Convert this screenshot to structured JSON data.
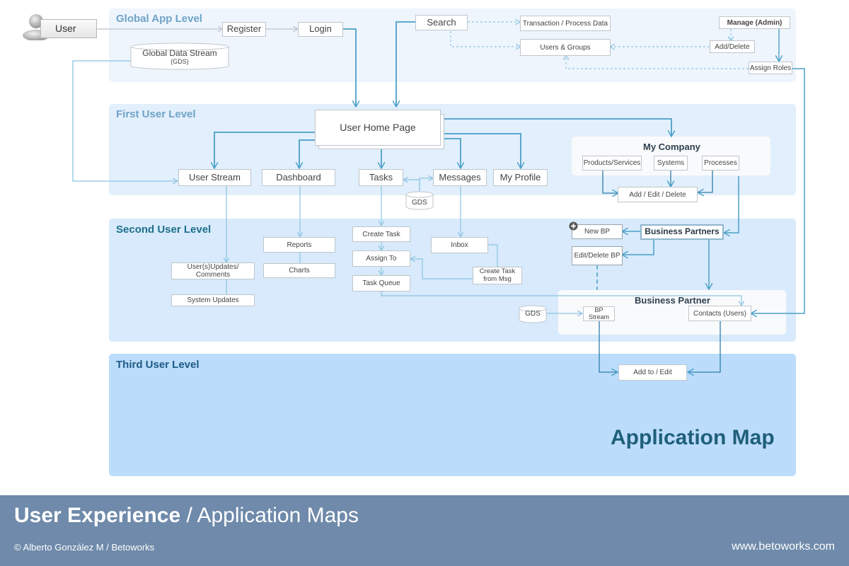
{
  "levels": {
    "global": "Global App Level",
    "first": "First User Level",
    "second": "Second User Level",
    "third": "Third User Level"
  },
  "colors": {
    "band_global": "#eef5fd",
    "band_first": "#e2effc",
    "band_second": "#d8eafb",
    "band_third": "#bcdcfb",
    "title_global": "#6fa3c7",
    "title_first": "#6fa3c7",
    "title_second": "#1e6f8c",
    "title_third": "#1d5a85",
    "link_strong": "#4a9fc8",
    "link_light": "#8cc4e2",
    "footer_bg": "#6f8aaa"
  },
  "icons": {
    "user": "user-icon",
    "add_bp": "plus-circle-icon"
  },
  "nodes": {
    "user": "User",
    "register": "Register",
    "login": "Login",
    "gds_main": "Global Data Stream",
    "gds_main_sub": "(GDS)",
    "search": "Search",
    "transaction": "Transaction / Process Data",
    "users_groups": "Users & Groups",
    "manage_admin": "Manage (Admin)",
    "add_delete": "Add/Delete",
    "assign_roles": "Assign Roles",
    "user_home": "User Home Page",
    "user_stream": "User Stream",
    "dashboard": "Dashboard",
    "tasks": "Tasks",
    "messages": "Messages",
    "my_profile": "My Profile",
    "gds_tasks": "GDS",
    "my_company": "My Company",
    "products_services": "Products/Services",
    "systems": "Systems",
    "processes": "Processes",
    "add_edit_delete": "Add / Edit / Delete",
    "updates_comments": "User(s)Updates/ Comments",
    "system_updates": "System Updates",
    "reports": "Reports",
    "charts": "Charts",
    "create_task": "Create Task",
    "assign_to": "Assign To",
    "task_queue": "Task Queue",
    "inbox": "Inbox",
    "create_task_msg": "Create Task from Msg",
    "new_bp": "New BP",
    "business_partners": "Business Partners",
    "edit_delete_bp": "Edit/Delete BP",
    "business_partner": "Business Partner",
    "gds_bp": "GDS",
    "bp_stream": "BP Stream",
    "contacts_users": "Contacts (Users)",
    "add_to_edit": "Add to / Edit"
  },
  "map_title": "Application Map",
  "footer": {
    "title_bold": "User Experience",
    "title_rest": " / Application Maps",
    "credit": "© Alberto González M / Betoworks",
    "url": "www.betoworks.com"
  }
}
